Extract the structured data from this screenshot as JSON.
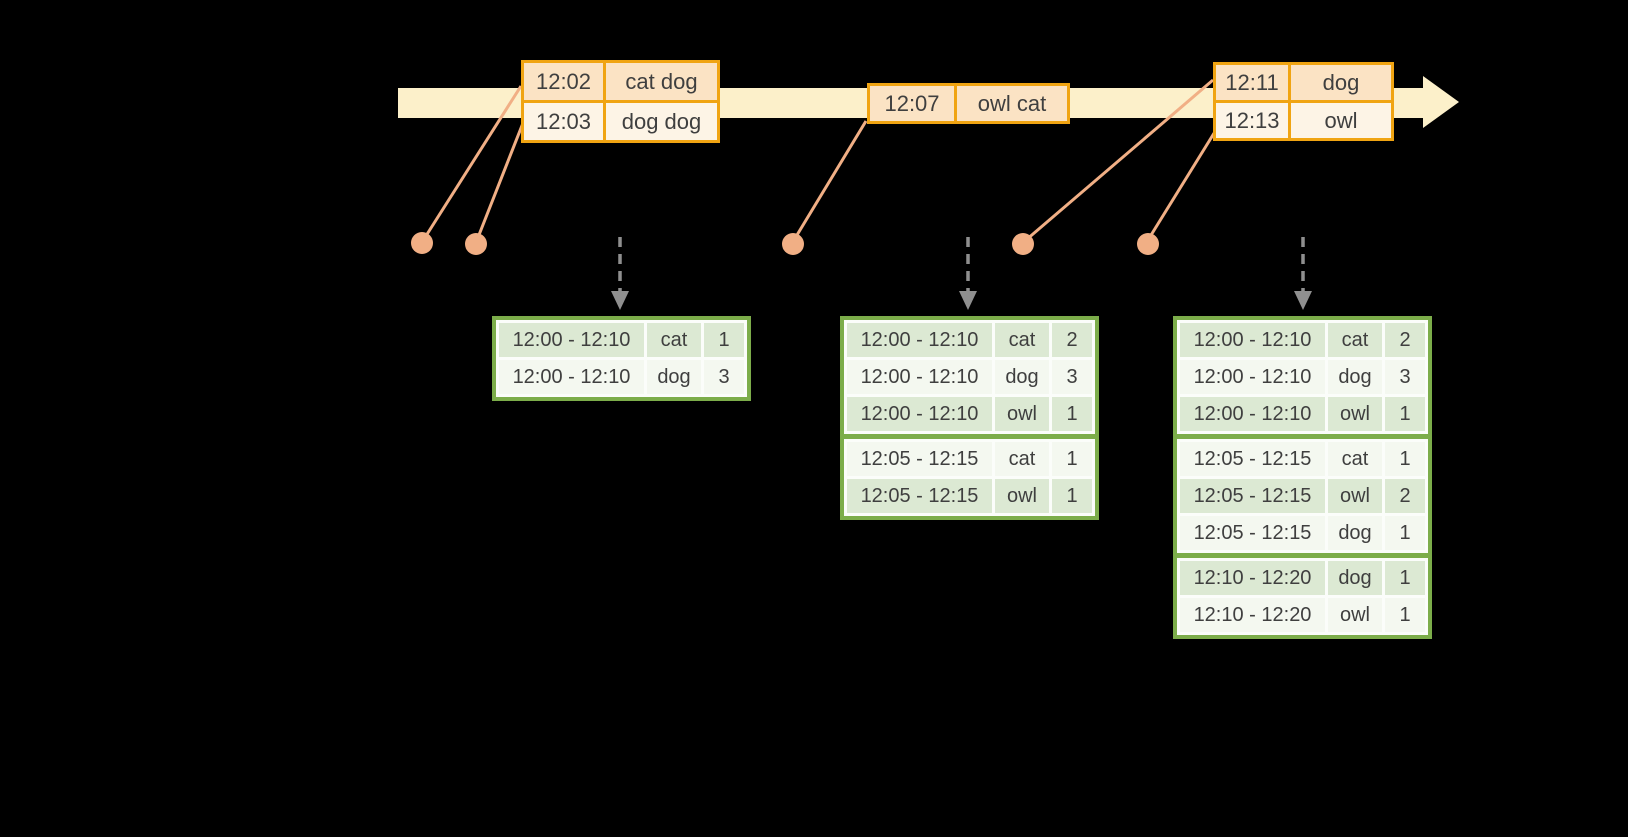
{
  "colors": {
    "background": "#000000",
    "timeline_fill": "#fcf0ca",
    "event_table_border": "#f0a412",
    "event_row_dark": "#fbe3c4",
    "event_row_light": "#fdf4e6",
    "connector_orange": "#f1af85",
    "trigger_arrow_gray": "#8f8f8f",
    "result_table_border": "#7cad4a",
    "result_row_dark": "#dce9d3",
    "result_row_light": "#f4f8f0",
    "cell_text": "#3f3f3f"
  },
  "timeline": {
    "event_tables": [
      {
        "rows": [
          {
            "time": "12:02",
            "words": "cat dog"
          },
          {
            "time": "12:03",
            "words": "dog dog"
          }
        ]
      },
      {
        "rows": [
          {
            "time": "12:07",
            "words": "owl cat"
          }
        ]
      },
      {
        "rows": [
          {
            "time": "12:11",
            "words": "dog"
          },
          {
            "time": "12:13",
            "words": "owl"
          }
        ]
      }
    ]
  },
  "result_tables": [
    {
      "groups": [
        [
          {
            "window": "12:00 - 12:10",
            "word": "cat",
            "count": "1"
          },
          {
            "window": "12:00 - 12:10",
            "word": "dog",
            "count": "3"
          }
        ]
      ]
    },
    {
      "groups": [
        [
          {
            "window": "12:00 - 12:10",
            "word": "cat",
            "count": "2"
          },
          {
            "window": "12:00 - 12:10",
            "word": "dog",
            "count": "3"
          },
          {
            "window": "12:00 - 12:10",
            "word": "owl",
            "count": "1"
          }
        ],
        [
          {
            "window": "12:05 - 12:15",
            "word": "cat",
            "count": "1"
          },
          {
            "window": "12:05 - 12:15",
            "word": "owl",
            "count": "1"
          }
        ]
      ]
    },
    {
      "groups": [
        [
          {
            "window": "12:00 - 12:10",
            "word": "cat",
            "count": "2"
          },
          {
            "window": "12:00 - 12:10",
            "word": "dog",
            "count": "3"
          },
          {
            "window": "12:00 - 12:10",
            "word": "owl",
            "count": "1"
          }
        ],
        [
          {
            "window": "12:05 - 12:15",
            "word": "cat",
            "count": "1"
          },
          {
            "window": "12:05 - 12:15",
            "word": "owl",
            "count": "2"
          },
          {
            "window": "12:05 - 12:15",
            "word": "dog",
            "count": "1"
          }
        ],
        [
          {
            "window": "12:10 - 12:20",
            "word": "dog",
            "count": "1"
          },
          {
            "window": "12:10 - 12:20",
            "word": "owl",
            "count": "1"
          }
        ]
      ]
    }
  ]
}
